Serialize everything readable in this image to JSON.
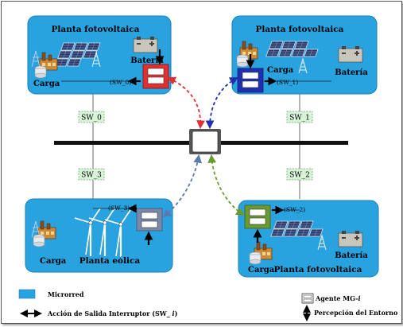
{
  "microgrids": [
    {
      "title": "Planta fotovoltaica",
      "load": "Carga",
      "battery": "Batería",
      "switch": "(SW_0)"
    },
    {
      "title": "Planta fotovoltaica",
      "load": "Carga",
      "battery": "Batería",
      "switch": "(SW_1)"
    },
    {
      "title": "Planta eólica",
      "load": "Carga",
      "switch": "(SW_3)"
    },
    {
      "title": "Planta fotovoltaica",
      "load": "Carga",
      "battery": "Batería",
      "switch": "(SW_2)"
    }
  ],
  "switch_labels": [
    "SW_0",
    "SW_1",
    "SW_2",
    "SW_3"
  ],
  "legend": {
    "microgrid": "Microrred",
    "action_prefix": "Acción de Salida Interruptor (SW_ ",
    "action_var": "i",
    "action_suffix": ")",
    "agent_prefix": "Agente MG-",
    "agent_var": "i",
    "perception": "Percepción del Entorno"
  },
  "colors": {
    "microgrid_fill": "#29a3df",
    "agent_0": "#e03030",
    "agent_1": "#1f2fb0",
    "agent_2": "#6a9a30",
    "agent_3": "#7a88a8",
    "switch_box": "#d8f3d8"
  }
}
